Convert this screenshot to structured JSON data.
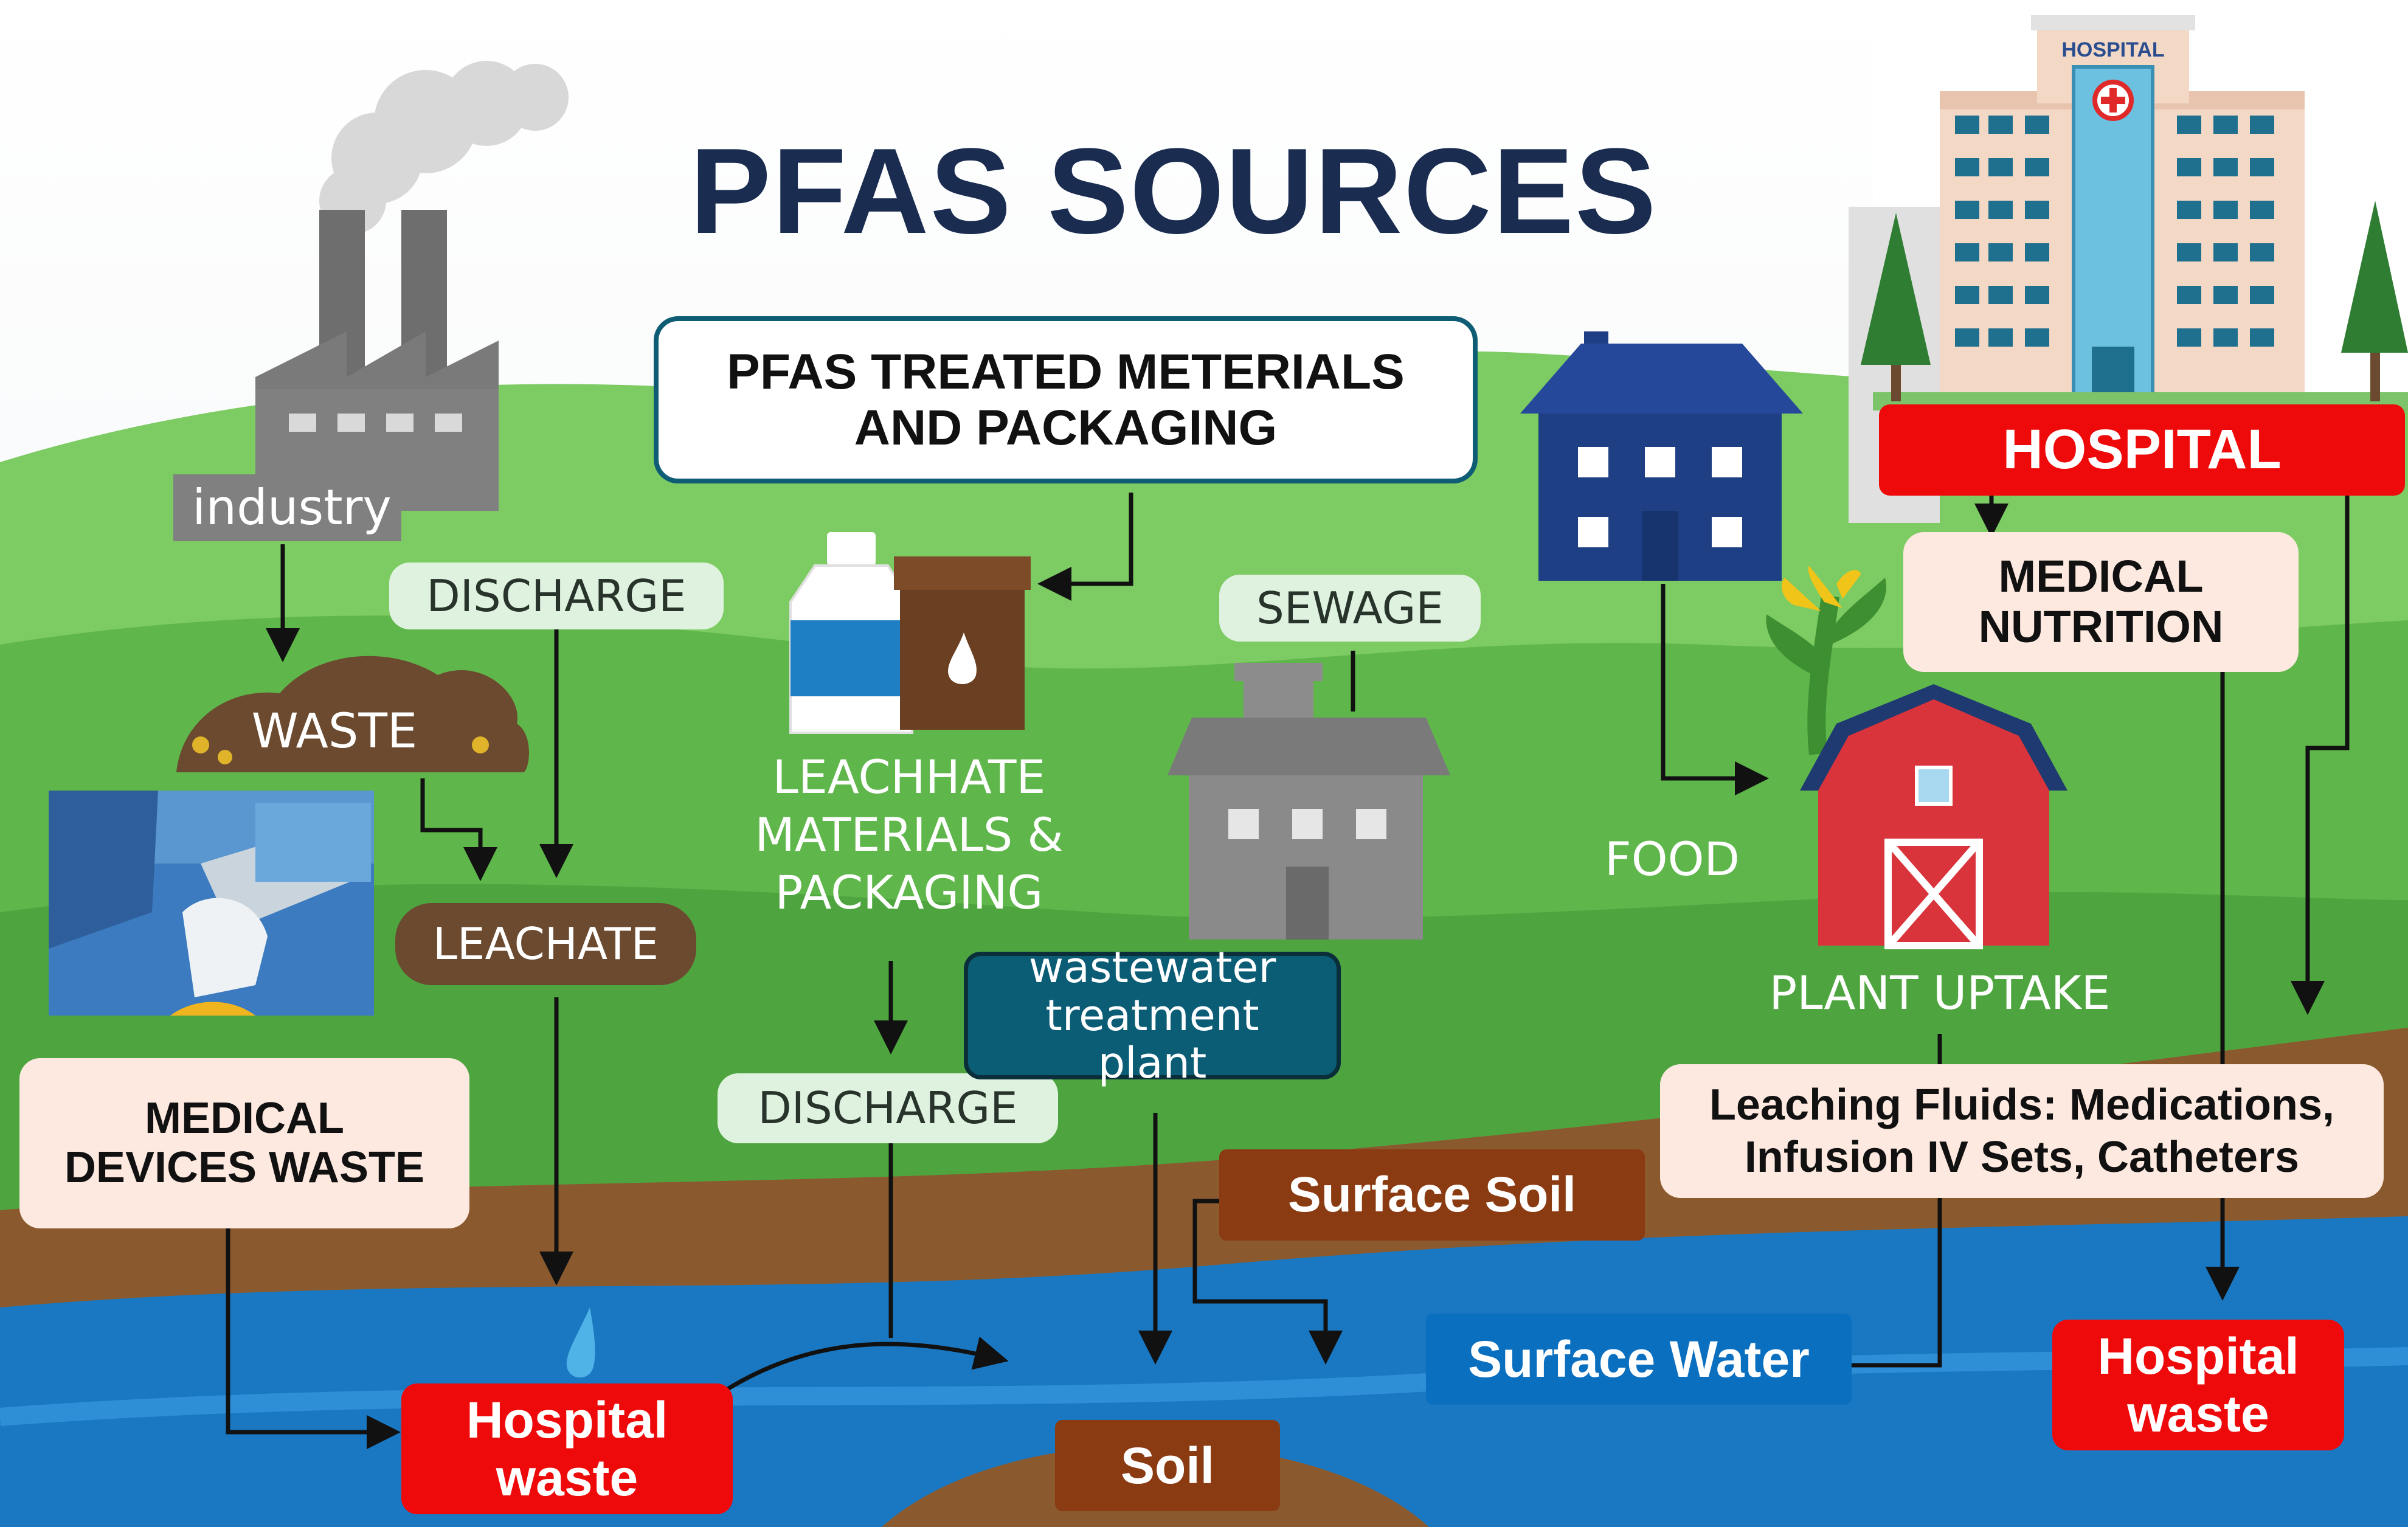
{
  "title": "PFAS SOURCES",
  "labels": {
    "industry": "industry",
    "discharge_top": "DISCHARGE",
    "waste": "WASTE",
    "leachate": "LEACHATE",
    "medical_devices_waste": "MEDICAL DEVICES WASTE",
    "hospital_waste_left": "Hospital waste",
    "treated_materials": "PFAS TREATED METERIALS AND PACKAGING",
    "leachate_materials": "LEACHHATE MATERIALS & PACKAGING",
    "discharge_bottom": "DISCHARGE",
    "sewage": "SEWAGE",
    "wastewater_plant": "wastewater treatment plant",
    "surface_soil": "Surface Soil",
    "soil": "Soil",
    "food": "FOOD",
    "plant_uptake": "PLANT UPTAKE",
    "surface_water": "Surface Water",
    "hospital": "HOSPITAL",
    "hospital_sign": "HOSPITAL",
    "medical_nutrition": "MEDICAL NUTRITION",
    "leaching_fluids": "Leaching Fluids: Medications, Infusion IV Sets, Catheters",
    "hospital_waste_right": "Hospital waste"
  },
  "icons": [
    "factory-icon",
    "smoke-icon",
    "waste-pile-icon",
    "medical-photo-icon",
    "bottle-icon",
    "package-icon",
    "treatment-building-icon",
    "house-icon",
    "corn-icon",
    "barn-icon",
    "hospital-building-icon",
    "tree-icon",
    "water-drop-icon"
  ],
  "colors": {
    "sky": "#ffffff",
    "hill_light": "#6fc45c",
    "hill_dark": "#4aa63c",
    "soil": "#8a5a2e",
    "water": "#1a78c2",
    "title": "#1a2c4f",
    "alert_red": "#ee0a0a",
    "soil_label": "#8b3b12",
    "teal": "#0b5c75"
  }
}
